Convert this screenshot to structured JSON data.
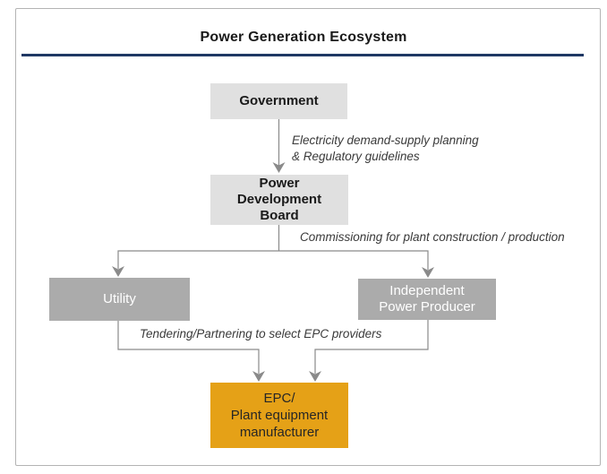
{
  "title": "Power Generation Ecosystem",
  "nodes": {
    "government": {
      "label": "Government"
    },
    "power_development_board": {
      "lines": [
        "Power",
        "Development",
        "Board"
      ]
    },
    "utility": {
      "label": "Utility"
    },
    "independent_power_producer": {
      "lines": [
        "Independent",
        "Power Producer"
      ]
    },
    "epc_manufacturer": {
      "lines": [
        "EPC/",
        "Plant equipment",
        "manufacturer"
      ]
    }
  },
  "edge_labels": {
    "government_to_board": {
      "lines": [
        "Electricity demand-supply planning",
        "& Regulatory guidelines"
      ]
    },
    "board_to_producers": "Commissioning for plant construction / production",
    "producers_to_epc": "Tendering/Partnering to select EPC providers"
  },
  "colors": {
    "title_divider": "#1F3864",
    "node_light": "#E0E0E0",
    "node_medium": "#ABABAB",
    "node_accent": "#E5A117",
    "connector": "#8A8A8A"
  }
}
